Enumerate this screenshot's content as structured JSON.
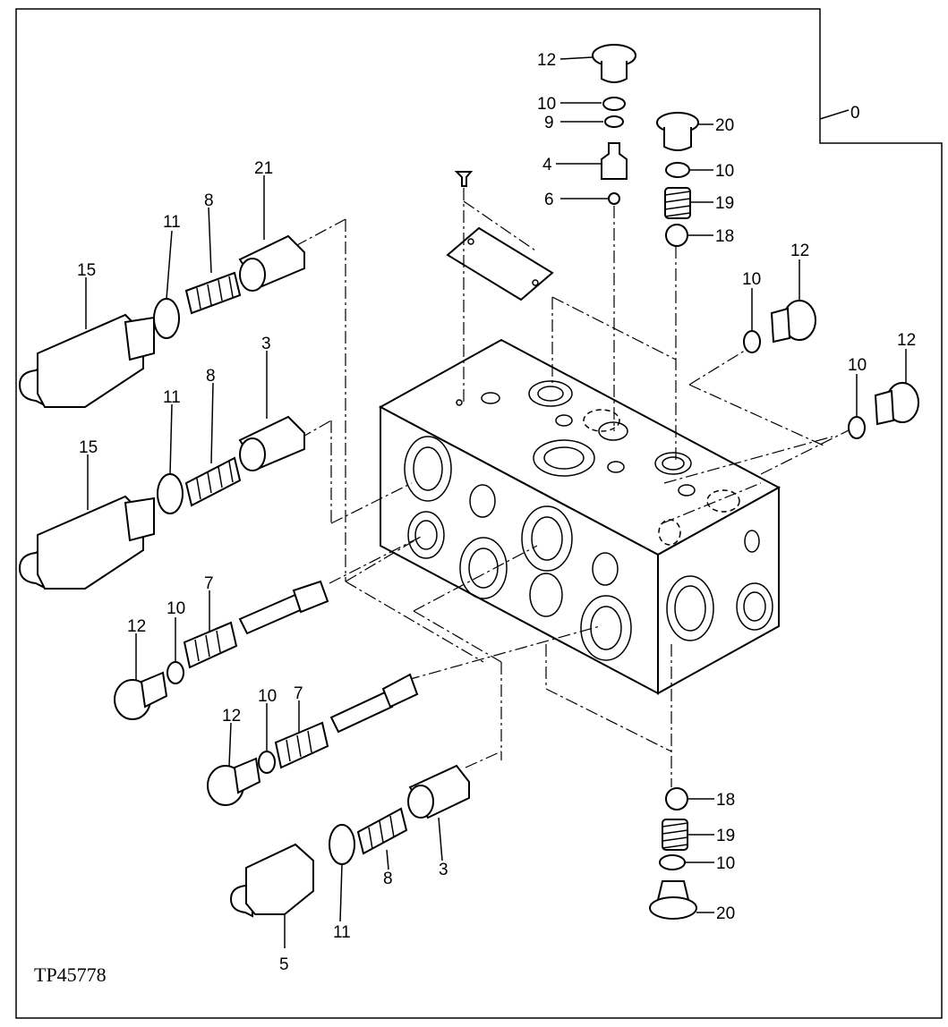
{
  "figure_code": "TP45778",
  "callouts": {
    "c0": "0",
    "c12_top": "12",
    "c10_top": "10",
    "c9": "9",
    "c4": "4",
    "c6": "6",
    "c20_top": "20",
    "c10_r1": "10",
    "c19_top": "19",
    "c18_top": "18",
    "c12_r1": "12",
    "c10_r2": "10",
    "c12_r2": "12",
    "c10_r3": "10",
    "c21": "21",
    "c8_top": "8",
    "c11_top": "11",
    "c15_top": "15",
    "c3_top": "3",
    "c8_mid": "8",
    "c11_mid": "11",
    "c15_mid": "15",
    "c7_a": "7",
    "c10_a": "10",
    "c12_a": "12",
    "c7_b": "7",
    "c10_b": "10",
    "c12_b": "12",
    "c18_bot": "18",
    "c19_bot": "19",
    "c10_bot": "10",
    "c20_bot": "20",
    "c3_bot": "3",
    "c8_bot": "8",
    "c11_bot": "11",
    "c5": "5"
  }
}
